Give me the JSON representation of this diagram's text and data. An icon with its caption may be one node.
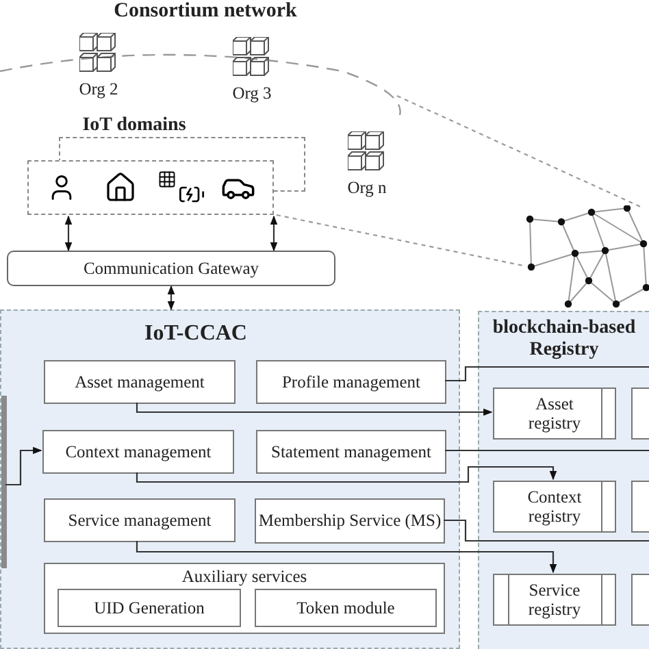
{
  "diagram": {
    "nodes": [
      {
        "text": [
          "Consortium network"
        ]
      },
      {
        "text": [
          "Org 2"
        ],
        "in": 0
      },
      {
        "text": [
          "Org 3"
        ],
        "in": 0
      },
      {
        "text": [
          "Org n"
        ]
      },
      {
        "text": [
          "IoT domains"
        ]
      },
      {
        "text": [
          "Communication Gateway"
        ]
      },
      {
        "text": [
          "IoT-CCAC"
        ]
      },
      {
        "text": [
          "Asset management"
        ],
        "in": 6
      },
      {
        "text": [
          "Profile management"
        ],
        "in": 6
      },
      {
        "text": [
          "Context management"
        ],
        "in": 6
      },
      {
        "text": [
          "Statement management"
        ],
        "in": 6
      },
      {
        "text": [
          "Service management"
        ],
        "in": 6
      },
      {
        "text": [
          "Membership Service (MS)"
        ],
        "in": 6
      },
      {
        "text": [
          "Auxiliary services"
        ],
        "in": 6
      },
      {
        "text": [
          "UID Generation"
        ],
        "in": 13
      },
      {
        "text": [
          "Token module"
        ],
        "in": 13
      },
      {
        "text": [],
        "shape": "bar",
        "in": 6
      },
      {
        "text": [],
        "shape": "picture"
      },
      {
        "text": [
          "blockchain-based Registry"
        ]
      },
      {
        "text": [
          "Asset registry"
        ],
        "in": 18
      },
      {
        "text": [
          "Context registry"
        ],
        "in": 18
      },
      {
        "text": [
          "Service registry"
        ],
        "in": 18
      },
      {
        "text": [],
        "shape": "box",
        "in": 18
      },
      {
        "text": [],
        "shape": "box",
        "in": 18
      },
      {
        "text": [],
        "shape": "box",
        "in": 18
      }
    ],
    "edges": [
      {
        "from": 4,
        "to": 5,
        "arrow": "both"
      },
      {
        "from": 4,
        "to": 5,
        "arrow": "both"
      },
      {
        "from": 5,
        "to": 6,
        "arrow": "both"
      },
      {
        "from": 16,
        "to": 9,
        "arrow": "to"
      },
      {
        "from": 7,
        "to": 19,
        "arrow": "to"
      },
      {
        "from": 9,
        "to": 20,
        "arrow": "to"
      },
      {
        "from": 11,
        "to": 21,
        "arrow": "to"
      },
      {
        "from": 8,
        "to": 18,
        "arrow": "none"
      },
      {
        "from": 10,
        "to": 18,
        "arrow": "none"
      },
      {
        "from": 12,
        "to": 18,
        "arrow": "none"
      },
      {
        "from": 4,
        "to": 17,
        "arrow": "none",
        "style": "dashed",
        "color": "#9a9a9a"
      },
      {
        "from": 0,
        "to": 17,
        "arrow": "none",
        "style": "dashed",
        "color": "#9a9a9a"
      }
    ]
  }
}
